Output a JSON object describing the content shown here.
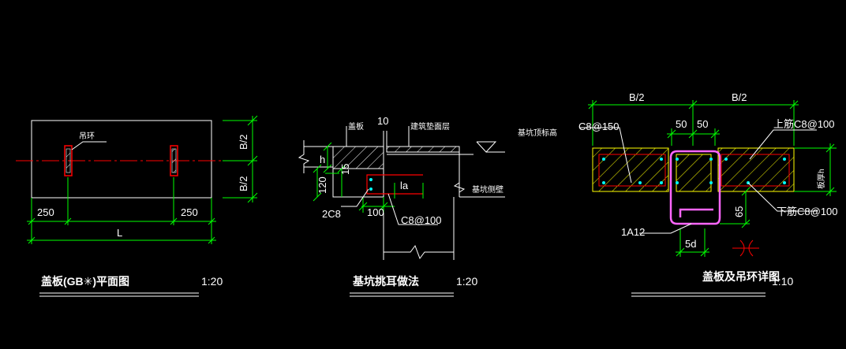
{
  "colors": {
    "background": "#000000",
    "line": "#ffffff",
    "dimension": "#00ff00",
    "center_line": "#ff0000",
    "rebar": "#ff0000",
    "hatch": "#ffff00",
    "ring": "#ff66ff",
    "point": "#00ffff"
  },
  "view1": {
    "label_ring": "吊环",
    "dim_b2_top": "B/2",
    "dim_b2_bottom": "B/2",
    "dim_250_left": "250",
    "dim_250_right": "250",
    "dim_L": "L",
    "title": "盖板(GB✳)平面图",
    "scale": "1:20"
  },
  "view2": {
    "label_slab": "盖板",
    "dim_10": "10",
    "label_floor": "建筑垫面层",
    "label_top_elev": "基坑顶标高",
    "dim_h": "h",
    "dim_15": "15",
    "dim_120": "120",
    "dim_la": "la",
    "label_wall": "基坑侧壁",
    "label_2c8": "2C8",
    "dim_100": "100",
    "label_c8_100": "C8@100",
    "title": "基坑挑耳做法",
    "scale": "1:20"
  },
  "view3": {
    "dim_b2_left": "B/2",
    "dim_b2_right": "B/2",
    "label_c8_150": "C8@150",
    "dim_50_left": "50",
    "dim_50_right": "50",
    "label_top_c8": "上筋C8@100",
    "dim_h": "板厚h",
    "dim_65": "65",
    "label_bot_c8": "下筋C8@100",
    "label_1a12": "1A12",
    "dim_5d": "5d",
    "title": "盖板及吊环详图",
    "scale": "1:10"
  }
}
